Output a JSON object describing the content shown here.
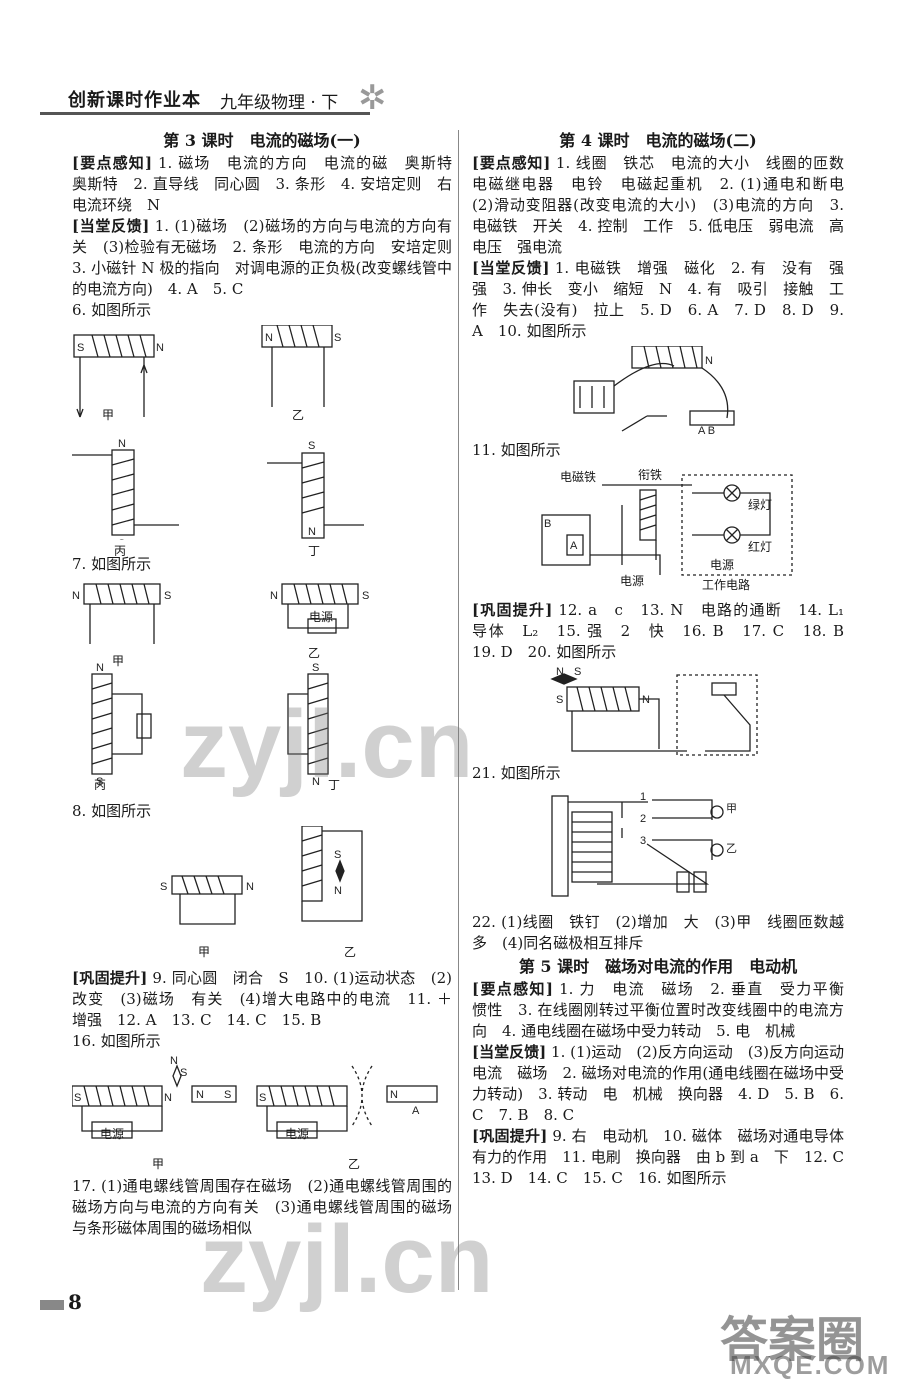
{
  "header": {
    "title": "创新课时作业本",
    "subtitle": "九年级物理 · 下"
  },
  "left": {
    "s3_title": "第 3 课时　电流的磁场(一)",
    "s3_p1_tag": "[要点感知]",
    "s3_p1": " 1. 磁场　电流的方向　电流的磁　奥斯特　奥斯特　2. 直导线　同心圆　3. 条形　4. 安培定则　右　电流环绕　N",
    "s3_p2_tag": "[当堂反馈]",
    "s3_p2": " 1. (1)磁场　(2)磁场的方向与电流的方向有关　(3)检验有无磁场　2. 条形　电流的方向　安培定则　3. 小磁针 N 极的指向　对调电源的正负极(改变螺线管中的电流方向)　4. A　5. C",
    "q6": "6. 如图所示",
    "q6_labels": [
      "甲",
      "乙",
      "丙",
      "丁"
    ],
    "q7": "7. 如图所示",
    "q7_labels": [
      "甲",
      "乙",
      "丙",
      "丁"
    ],
    "q7_power": "电源",
    "q8": "8. 如图所示",
    "q8_labels": [
      "甲",
      "乙"
    ],
    "s3_p3_tag": "[巩固提升]",
    "s3_p3": " 9. 同心圆　闭合　S　10. (1)运动状态　(2)改变　(3)磁场　有关　(4)增大电路中的电流　11. ＋　增强　12. A　13. C　14. C　15. B",
    "q16": "16. 如图所示",
    "q16_labels": [
      "甲",
      "乙"
    ],
    "q16_power": "电源",
    "q17": "17. (1)通电螺线管周围存在磁场　(2)通电螺线管周围的磁场方向与电流的方向有关　(3)通电螺线管周围的磁场与条形磁体周围的磁场相似"
  },
  "right": {
    "s4_title": "第 4 课时　电流的磁场(二)",
    "s4_p1_tag": "[要点感知]",
    "s4_p1": " 1. 线圈　铁芯　电流的大小　线圈的匝数　电磁继电器　电铃　电磁起重机　2. (1)通电和断电　(2)滑动变阻器(改变电流的大小)　(3)电流的方向　3. 电磁铁　开关　4. 控制　工作　5. 低电压　弱电流　高电压　强电流",
    "s4_p2_tag": "[当堂反馈]",
    "s4_p2": " 1. 电磁铁　增强　磁化　2. 有　没有　强　强　3. 伸长　变小　缩短　N　4. 有　吸引　接触　工作　失去(没有)　拉上　5. D　6. A　7. D　8. D　9. A　10. 如图所示",
    "q11": "11. 如图所示",
    "q11_labels": {
      "electromagnet": "电磁铁",
      "armature": "衔铁",
      "green": "绿灯",
      "red": "红灯",
      "power": "电源",
      "power2": "电源",
      "work": "工作电路"
    },
    "s4_p3_tag": "[巩固提升]",
    "s4_p3": " 12. a　c　13. N　电路的通断　14. L₁　导体　L₂　15. 强　2　快　16. B　17. C　18. B　19. D　20. 如图所示",
    "q21": "21. 如图所示",
    "q22": "22. (1)线圈　铁钉　(2)增加　大　(3)甲　线圈匝数越多　(4)同名磁极相互排斥",
    "s5_title": "第 5 课时　磁场对电流的作用　电动机",
    "s5_p1_tag": "[要点感知]",
    "s5_p1": " 1. 力　电流　磁场　2. 垂直　受力平衡　惯性　3. 在线圈刚转过平衡位置时改变线圈中的电流方向　4. 通电线圈在磁场中受力转动　5. 电　机械",
    "s5_p2_tag": "[当堂反馈]",
    "s5_p2": " 1. (1)运动　(2)反方向运动　(3)反方向运动　电流　磁场　2. 磁场对电流的作用(通电线圈在磁场中受力转动)　3. 转动　电　机械　换向器　4. D　5. B　6. C　7. B　8. C",
    "s5_p3_tag": "[巩固提升]",
    "s5_p3": " 9. 右　电动机　10. 磁体　磁场对通电导体有力的作用　11. 电刷　换向器　由 b 到 a　下　12. C　13. D　14. C　15. C　16. 如图所示"
  },
  "page_number": "8",
  "watermark": "zyjl.cn",
  "logo": {
    "main": "答案圈",
    "sub": "MXQE.COM"
  }
}
